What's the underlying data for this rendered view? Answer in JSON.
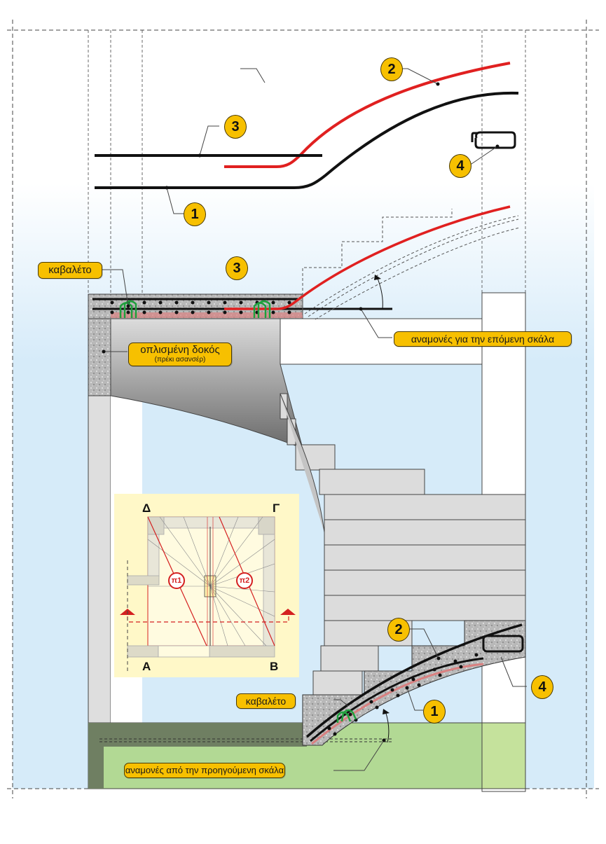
{
  "title": "Reinforced concrete stair — rebar continuity detail",
  "colors": {
    "sky_top": "#ffffff",
    "sky_bottom": "#d6ebf9",
    "rebar_main": "#111111",
    "rebar_red": "#e02020",
    "stirrup_green": "#1ea03c",
    "callout_fill": "#f7c000",
    "concrete": "#b9b9b9",
    "ground_green": "#b2d994",
    "ground_dark": "#6f7f62",
    "inset_bg": "#fff8c8"
  },
  "badges": {
    "top_1": "1",
    "top_2": "2",
    "top_3": "3",
    "top_4": "4",
    "mid_3": "3",
    "bottom_1": "1",
    "bottom_2": "2",
    "bottom_4": "4"
  },
  "labels": {
    "kavaleto_top": "καβαλέτο",
    "beam_main": "οπλισμένη δοκός",
    "beam_sub": "(πρέκι ασανσέρ)",
    "next_stair": "αναμονές για την επόμενη σκάλα",
    "kavaleto_bottom": "καβαλέτο",
    "prev_stair": "αναμονές από την προηγούμενη σκάλα"
  },
  "plan_inset": {
    "corner_delta": "Δ",
    "corner_gamma": "Γ",
    "corner_alpha": "Α",
    "corner_beta": "Β",
    "section_p1": "π1",
    "section_p2": "π2"
  }
}
